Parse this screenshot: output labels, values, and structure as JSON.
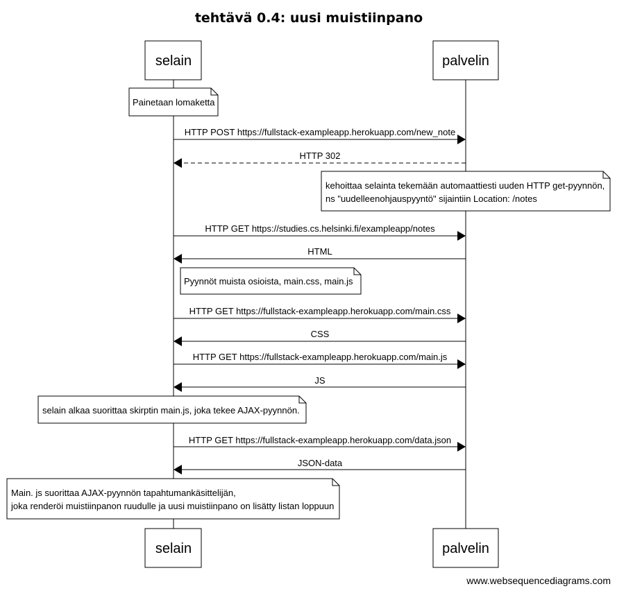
{
  "diagram": {
    "title": "tehtävä 0.4: uusi muistiinpano",
    "participants": [
      "selain",
      "palvelin"
    ],
    "watermark": "www.websequencediagrams.com",
    "messages": [
      {
        "label": "HTTP POST https://fullstack-exampleapp.herokuapp.com/new_note",
        "from": "selain",
        "to": "palvelin",
        "style": "solid"
      },
      {
        "label": "HTTP 302",
        "from": "palvelin",
        "to": "selain",
        "style": "dashed"
      },
      {
        "label": "HTTP GET https://studies.cs.helsinki.fi/exampleapp/notes",
        "from": "selain",
        "to": "palvelin",
        "style": "solid"
      },
      {
        "label": "HTML",
        "from": "palvelin",
        "to": "selain",
        "style": "solid"
      },
      {
        "label": "HTTP GET https://fullstack-exampleapp.herokuapp.com/main.css",
        "from": "selain",
        "to": "palvelin",
        "style": "solid"
      },
      {
        "label": "CSS",
        "from": "palvelin",
        "to": "selain",
        "style": "solid"
      },
      {
        "label": "HTTP GET https://fullstack-exampleapp.herokuapp.com/main.js",
        "from": "selain",
        "to": "palvelin",
        "style": "solid"
      },
      {
        "label": "JS",
        "from": "palvelin",
        "to": "selain",
        "style": "solid"
      },
      {
        "label": "HTTP GET https://fullstack-exampleapp.herokuapp.com/data.json",
        "from": "selain",
        "to": "palvelin",
        "style": "solid"
      },
      {
        "label": "JSON-data",
        "from": "palvelin",
        "to": "selain",
        "style": "solid"
      }
    ],
    "notes": [
      {
        "lines": [
          "Painetaan lomaketta"
        ]
      },
      {
        "lines": [
          "kehoittaa selainta tekemään automaattiesti uuden HTTP get-pyynnön,",
          "ns \"uudelleenohjauspyyntö\" sijaintiin Location: /notes"
        ]
      },
      {
        "lines": [
          "Pyynnöt muista osioista, main.css, main.js"
        ]
      },
      {
        "lines": [
          "selain alkaa suorittaa skirptin main.js, joka tekee AJAX-pyynnön."
        ]
      },
      {
        "lines": [
          "Main. js suorittaa AJAX-pyynnön tapahtumankäsittelijän,",
          "joka renderöi muistiinpanon ruudulle ja uusi muistiinpano on lisätty listan loppuun"
        ]
      }
    ]
  }
}
